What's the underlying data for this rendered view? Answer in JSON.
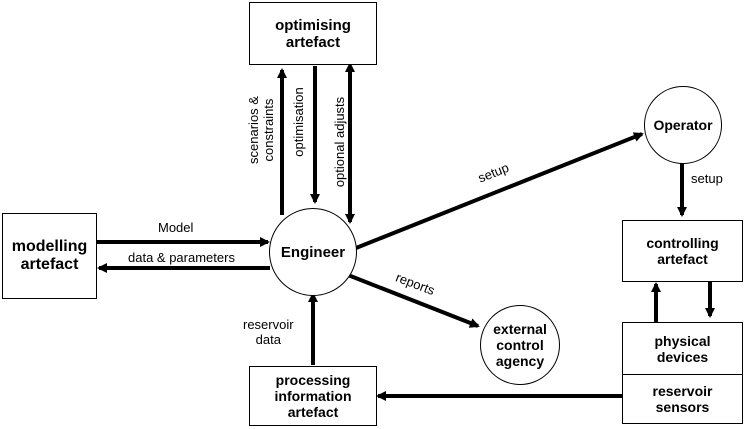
{
  "nodes": {
    "optimising": [
      "optimising",
      "artefact"
    ],
    "modelling": [
      "modelling",
      "artefact"
    ],
    "engineer": [
      "Engineer"
    ],
    "operator": [
      "Operator"
    ],
    "external": [
      "external",
      "control",
      "agency"
    ],
    "processing": [
      "processing",
      "information",
      "artefact"
    ],
    "controlling": [
      "controlling",
      "artefact"
    ],
    "physical": [
      "physical",
      "devices"
    ],
    "sensors": [
      "reservoir",
      "sensors"
    ]
  },
  "edges": {
    "model": "Model",
    "data_params": "data & parameters",
    "scenarios": [
      "scenarios &",
      "constraints"
    ],
    "optimisation": "optimisation",
    "optional": "optional adjusts",
    "setup_operator": "setup",
    "setup_control": "setup",
    "reports": "reports",
    "reservoir_data": [
      "reservoir",
      "data"
    ]
  }
}
